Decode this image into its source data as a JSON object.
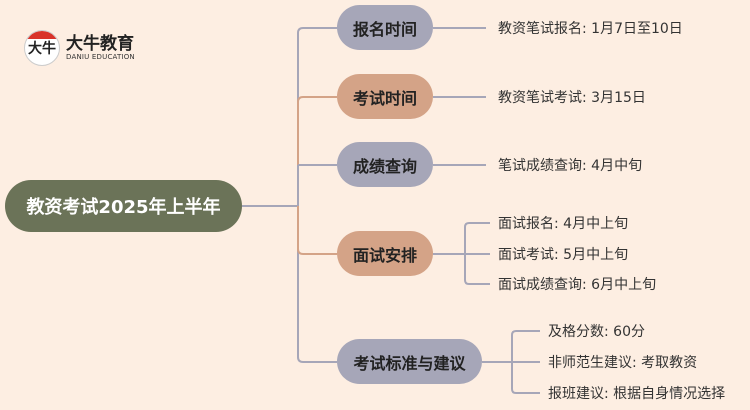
{
  "logo": {
    "mark": "大牛",
    "name": "大牛教育",
    "sub": "DANIU EDUCATION"
  },
  "root": "教资考试2025年上半年",
  "branches": [
    {
      "label": "报名时间",
      "leaves": [
        "教资笔试报名: 1月7日至10日"
      ]
    },
    {
      "label": "考试时间",
      "leaves": [
        "教资笔试考试: 3月15日"
      ]
    },
    {
      "label": "成绩查询",
      "leaves": [
        "笔试成绩查询: 4月中旬"
      ]
    },
    {
      "label": "面试安排",
      "leaves": [
        "面试报名: 4月中上旬",
        "面试考试: 5月中上旬",
        "面试成绩查询: 6月中上旬"
      ]
    },
    {
      "label": "考试标准与建议",
      "leaves": [
        "及格分数: 60分",
        "非师范生建议: 考取教资",
        "报班建议: 根据自身情况选择"
      ]
    }
  ],
  "colors": {
    "root": "#6b7358",
    "gray": "#a6a6b8",
    "orange": "#d4a387",
    "line": "#a6a6b8",
    "bg": "#fdeee2"
  }
}
